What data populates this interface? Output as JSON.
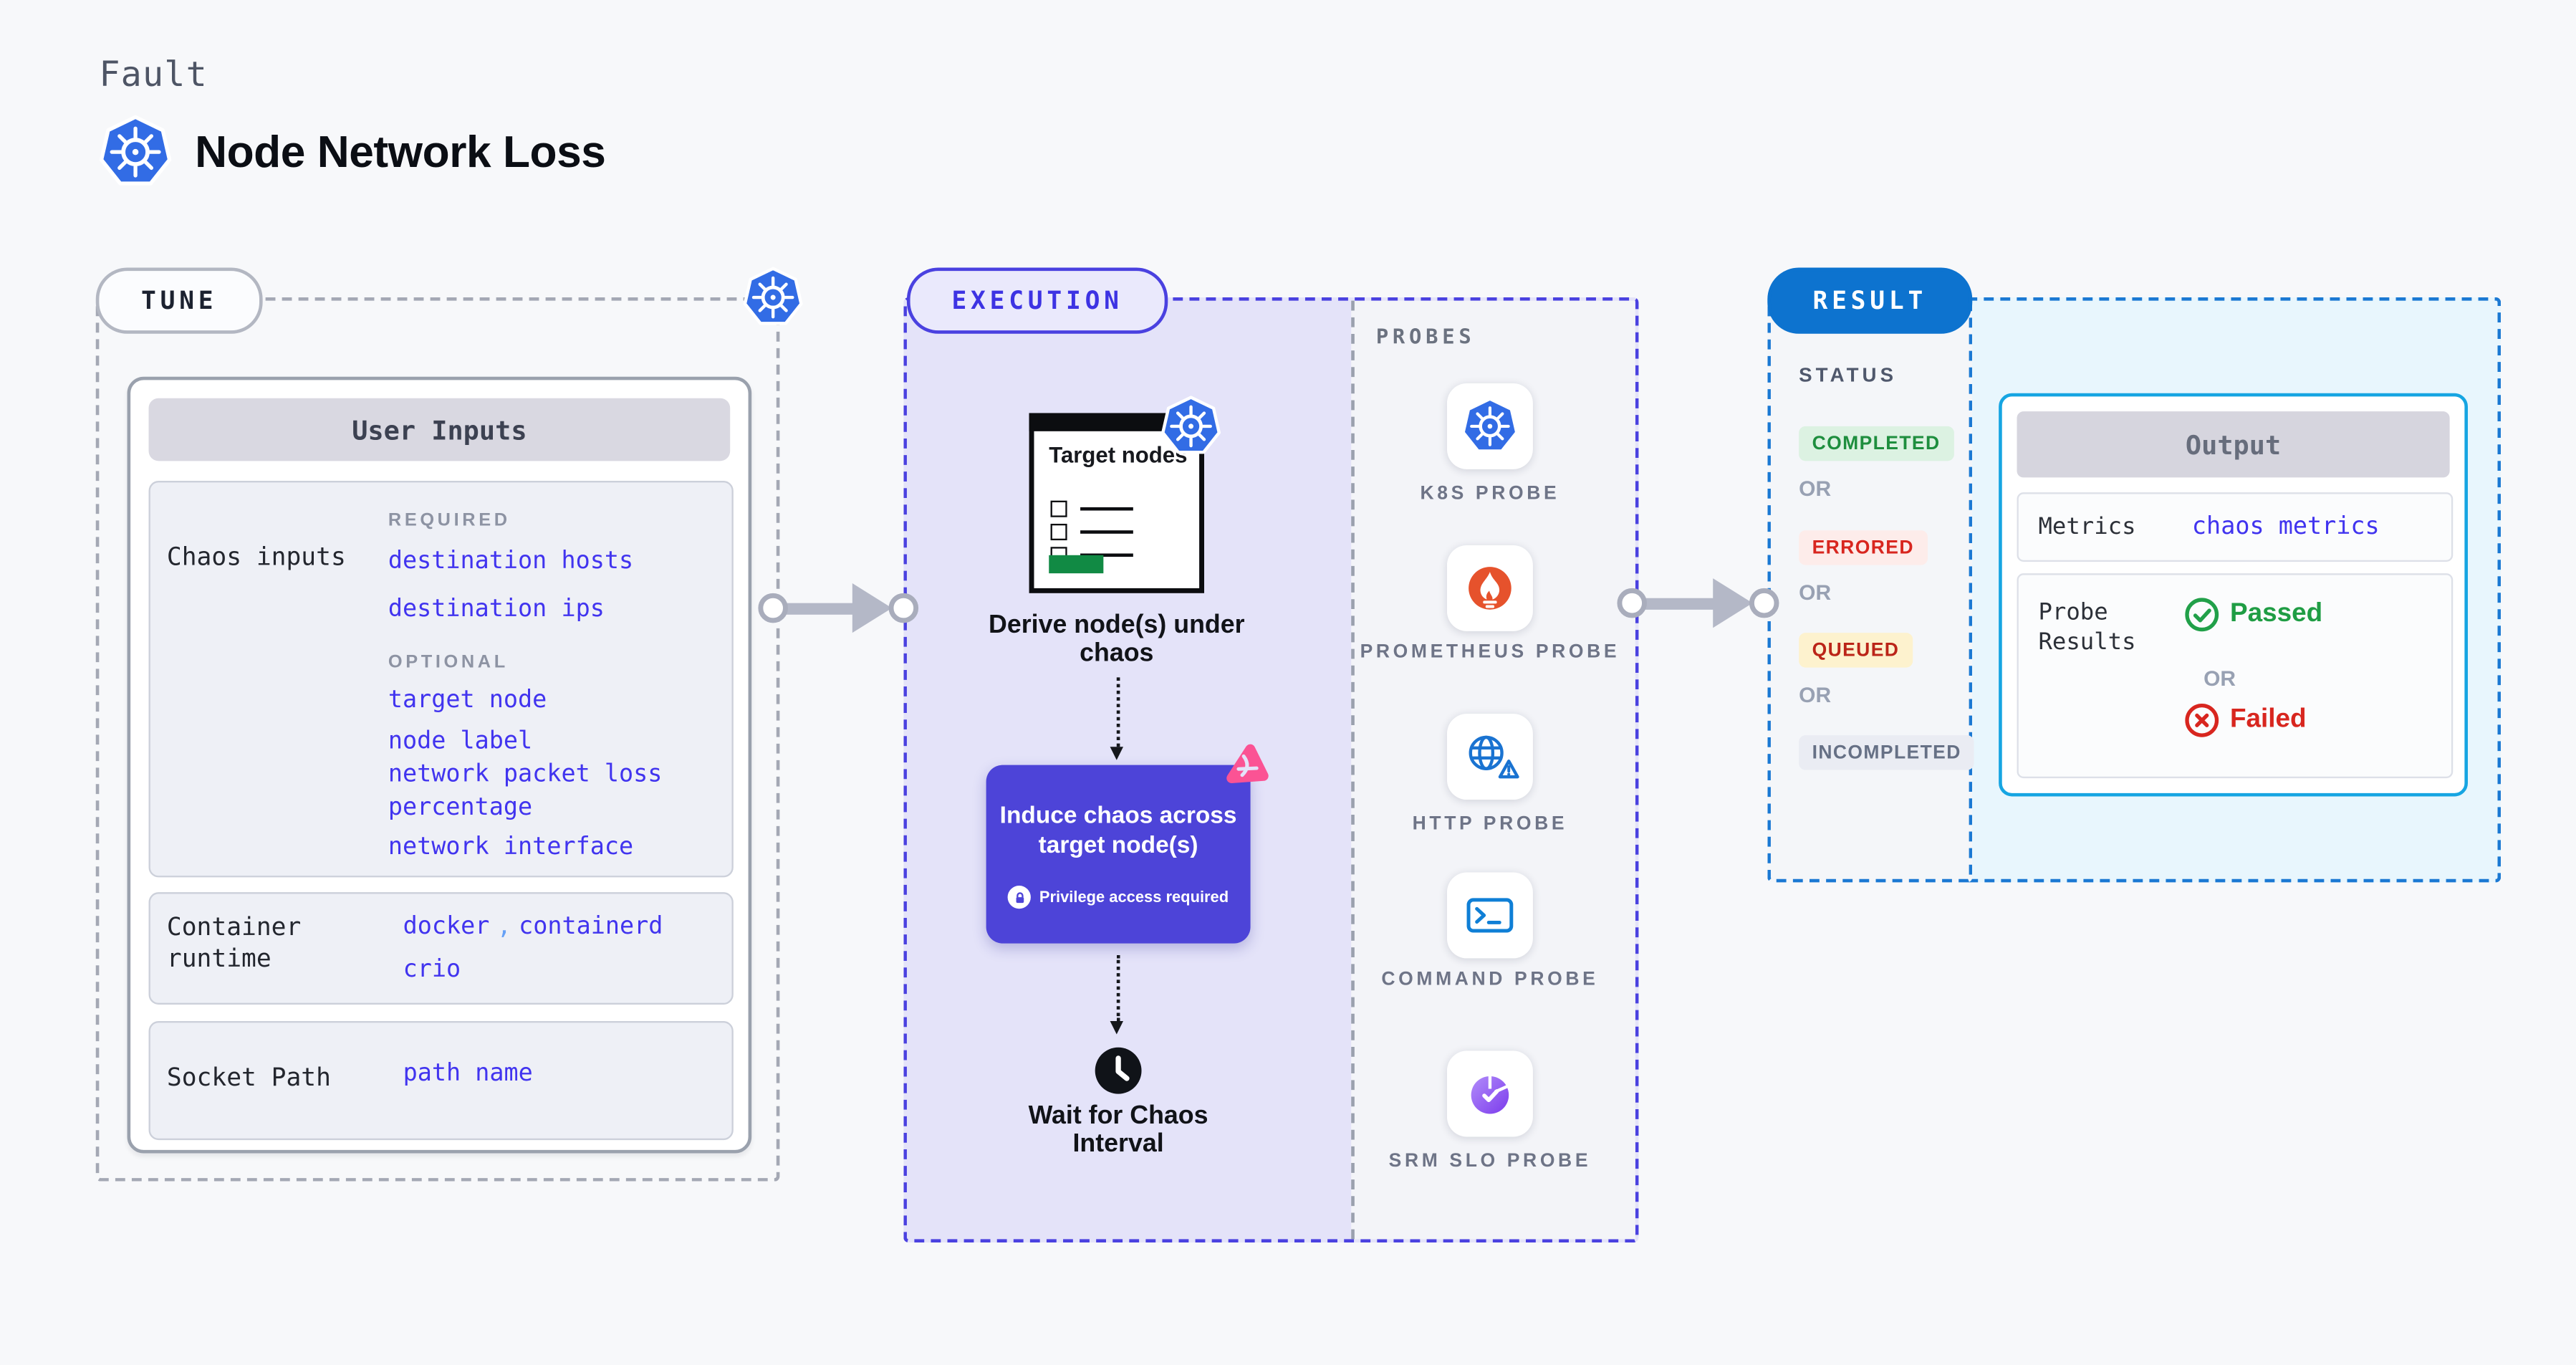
{
  "page": {
    "fault_label": "Fault",
    "title": "Node Network Loss"
  },
  "tune": {
    "badge": "TUNE",
    "user_inputs_title": "User Inputs",
    "chaos_inputs": {
      "label": "Chaos inputs",
      "required_heading": "REQUIRED",
      "required_links": [
        "destination hosts",
        "destination ips"
      ],
      "optional_heading": "OPTIONAL",
      "optional_links": [
        "target node",
        "node label",
        "network packet loss percentage",
        "network interface"
      ]
    },
    "container_runtime": {
      "label": "Container runtime",
      "values": [
        "docker",
        "containerd",
        "crio"
      ],
      "comma": ","
    },
    "socket_path": {
      "label": "Socket Path",
      "value": "path name"
    }
  },
  "execution": {
    "badge": "EXECUTION",
    "target_nodes_label": "Target nodes",
    "derive_label": "Derive node(s) under chaos",
    "induce_label": "Induce chaos across target node(s)",
    "privilege_label": "Privilege access required",
    "wait_label": "Wait for Chaos Interval",
    "probes": {
      "heading": "PROBES",
      "items": [
        {
          "name": "K8S PROBE",
          "icon": "kubernetes-icon"
        },
        {
          "name": "PROMETHEUS PROBE",
          "icon": "prometheus-icon"
        },
        {
          "name": "HTTP PROBE",
          "icon": "http-globe-icon"
        },
        {
          "name": "COMMAND PROBE",
          "icon": "terminal-icon"
        },
        {
          "name": "SRM SLO PROBE",
          "icon": "slo-pie-check-icon"
        }
      ]
    }
  },
  "result": {
    "badge": "RESULT",
    "status": {
      "heading": "STATUS",
      "or_label": "OR",
      "items": [
        {
          "label": "COMPLETED",
          "fg": "#1e8e3e",
          "bg": "#dcf2e2"
        },
        {
          "label": "ERRORED",
          "fg": "#d8261f",
          "bg": "#fdecea"
        },
        {
          "label": "QUEUED",
          "fg": "#bb2418",
          "bg": "#fdf2ce"
        },
        {
          "label": "INCOMPLETED",
          "fg": "#667085",
          "bg": "#eaecf3"
        }
      ]
    },
    "output": {
      "title": "Output",
      "metrics_label": "Metrics",
      "metrics_link": "chaos metrics",
      "probe_results_label": "Probe Results",
      "passed_label": "Passed",
      "or_label": "OR",
      "failed_label": "Failed"
    }
  },
  "colors": {
    "kubernetes_blue": "#326ce5",
    "execution_indigo": "#4a41e0",
    "link_blue": "#4134ef",
    "result_blue": "#0d73cf",
    "output_border": "#16a5e2",
    "passed_green": "#1f9d44",
    "failed_red": "#d8261f",
    "prometheus_orange": "#e6522c",
    "chaos_pink": "#fb5394",
    "induce_box_indigo": "#4d44d8",
    "target_green": "#118a44"
  }
}
